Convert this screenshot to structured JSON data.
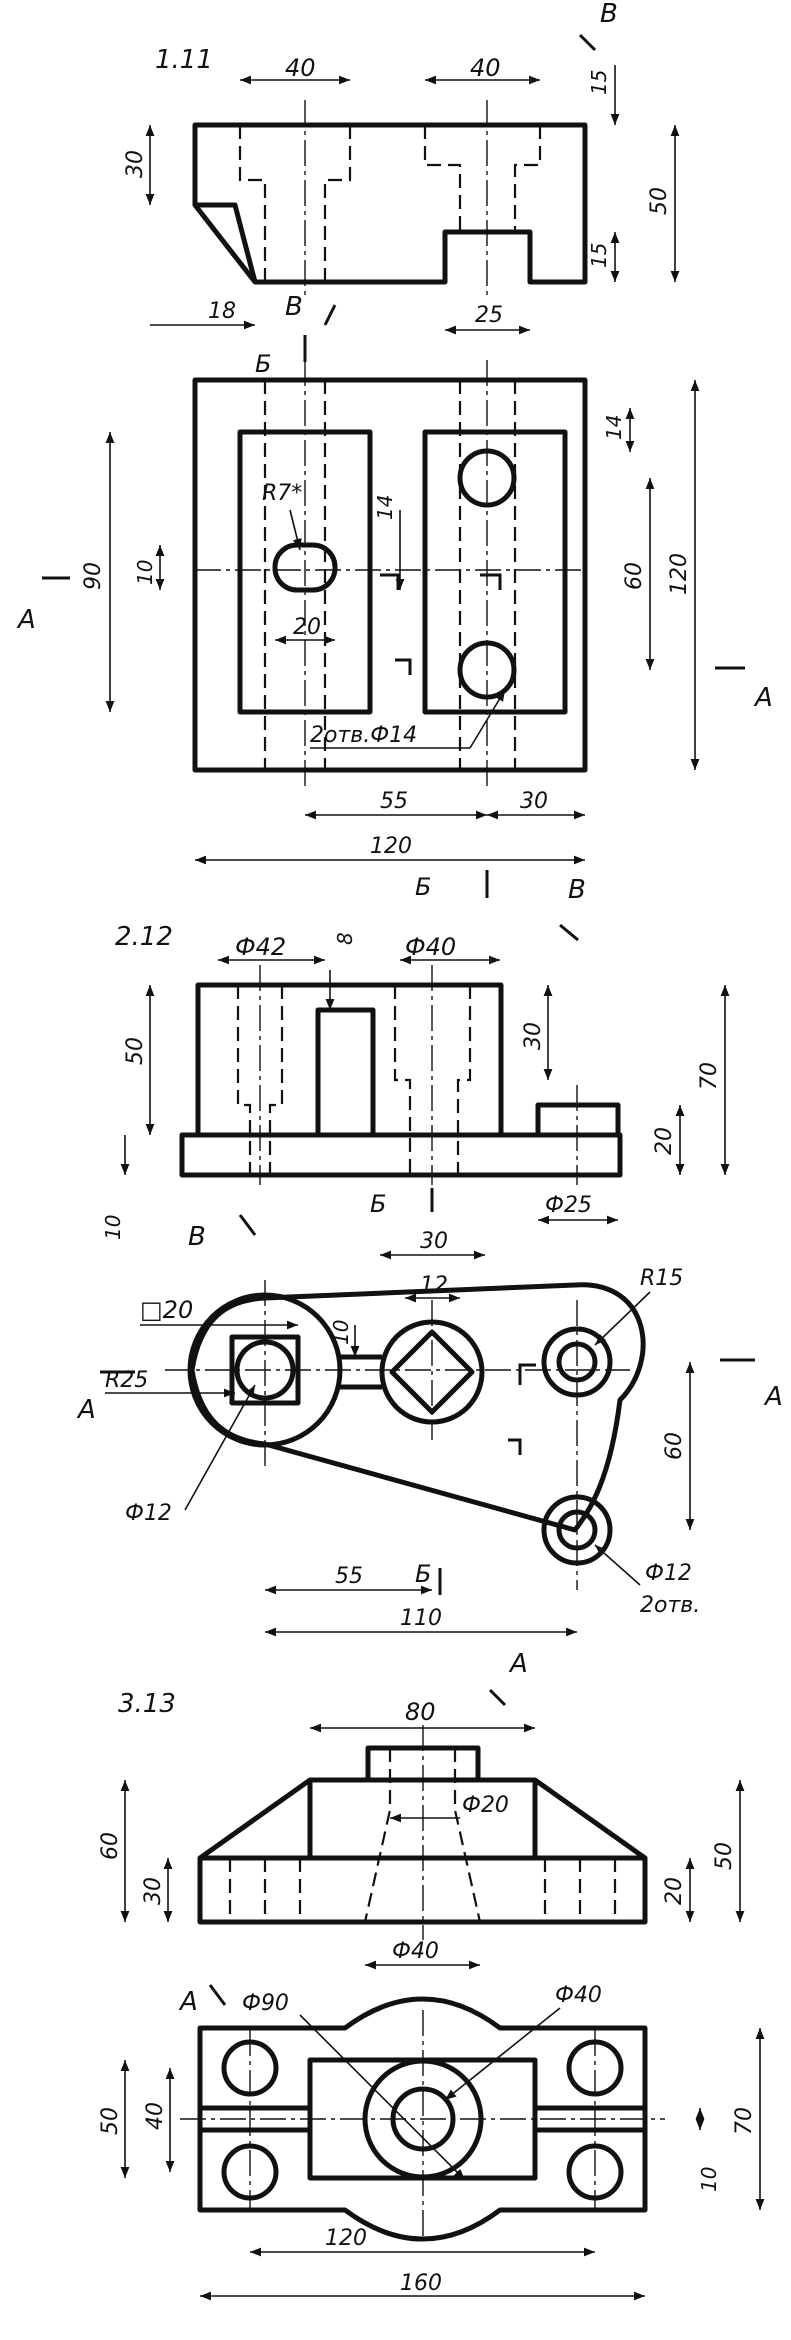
{
  "problems": {
    "p1": {
      "number": "1.11",
      "dims": {
        "top_w1": "40",
        "top_w2": "40",
        "h30": "30",
        "h50": "50",
        "h15a": "15",
        "h15b": "15",
        "w18": "18",
        "w25": "25",
        "w14": "14",
        "h90": "90",
        "h10": "10",
        "w20": "20",
        "h14": "14",
        "h60": "60",
        "h120": "120",
        "w55": "55",
        "w30": "30",
        "w120": "120",
        "r7": "R7*",
        "holes": "2отв.Ф14"
      },
      "section_letters": {
        "a": "А",
        "b": "Б",
        "v": "В"
      }
    },
    "p2": {
      "number": "2.12",
      "dims": {
        "d42": "Ф42",
        "w8": "8",
        "d40": "Ф40",
        "h50": "50",
        "h30": "30",
        "h70": "70",
        "h20": "20",
        "h10": "10",
        "d25": "Ф25",
        "w30": "30",
        "w12": "12",
        "r15": "R15",
        "sq20": "□20",
        "r25": "R25",
        "h10b": "10",
        "h60": "60",
        "d12a": "Ф12",
        "d12b": "Ф12",
        "holes": "2отв.",
        "w55": "55",
        "w110": "110"
      },
      "section_letters": {
        "a": "А",
        "b": "Б",
        "v": "В"
      }
    },
    "p3": {
      "number": "3.13",
      "dims": {
        "w80": "80",
        "d20": "Ф20",
        "h60": "60",
        "h30": "30",
        "h50": "50",
        "h20": "20",
        "d40a": "Ф40",
        "d90": "Ф90",
        "d40b": "Ф40",
        "h50b": "50",
        "h40": "40",
        "h70": "70",
        "h10": "10",
        "w120": "120",
        "w160": "160"
      },
      "section_letters": {
        "a": "А"
      }
    }
  }
}
